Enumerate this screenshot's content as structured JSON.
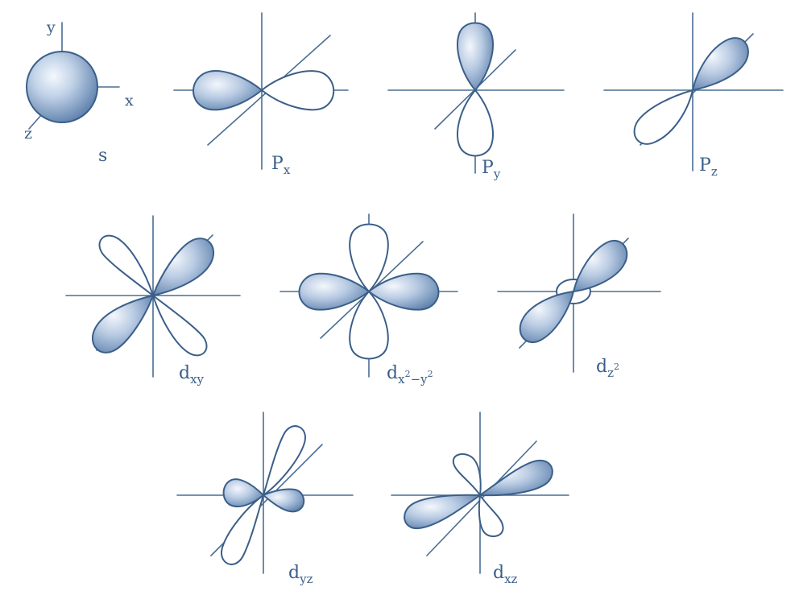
{
  "axis_labels": {
    "x": "x",
    "y": "y",
    "z": "z"
  },
  "orbitals": {
    "s": {
      "main": "s"
    },
    "px": {
      "main": "P",
      "sub": "x"
    },
    "py": {
      "main": "P",
      "sub": "y"
    },
    "pz": {
      "main": "P",
      "sub": "z"
    },
    "dxy": {
      "main": "d",
      "sub": "xy"
    },
    "dx2y2": {
      "main": "d",
      "sub_a": "x",
      "sup_a": "2",
      "sub_mid": "−",
      "sub_b": "y",
      "sup_b": "2"
    },
    "dz2": {
      "main": "d",
      "sub": "z",
      "sup": "2"
    },
    "dyz": {
      "main": "d",
      "sub": "yz"
    },
    "dxz": {
      "main": "d",
      "sub": "xz"
    }
  },
  "colors": {
    "ink": "#3b5f89",
    "axis": "#4a6e94",
    "shade_light": "#eef3fa",
    "shade_dark": "#6f8fb8"
  }
}
